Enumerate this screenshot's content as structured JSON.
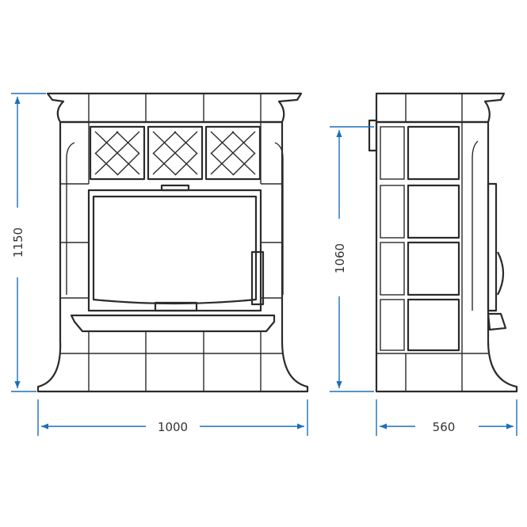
{
  "dimensions": {
    "front_height": "1150",
    "side_height": "1060",
    "front_width": "1000",
    "side_depth": "560"
  },
  "colors": {
    "outline": "#2b2b2b",
    "dimension_line": "#1d6fb8",
    "text": "#333333",
    "background": "#ffffff"
  }
}
